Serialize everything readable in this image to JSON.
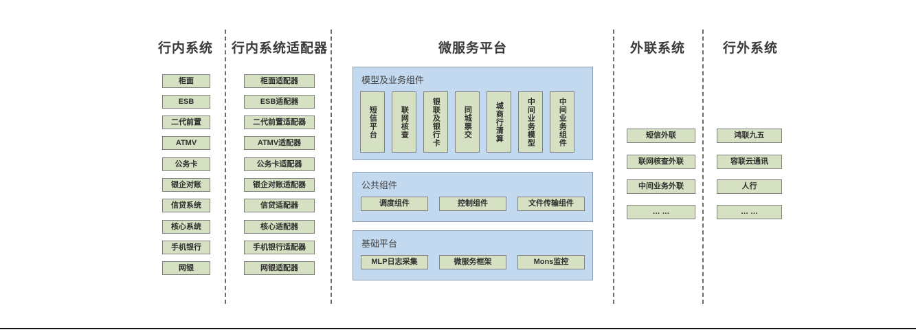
{
  "diagram": {
    "columns": [
      {
        "id": "in-bank-systems",
        "title": "行内系统",
        "items": [
          "柜面",
          "ESB",
          "二代前置",
          "ATMV",
          "公务卡",
          "银企对账",
          "信贷系统",
          "核心系统",
          "手机银行",
          "网银"
        ]
      },
      {
        "id": "in-bank-adapters",
        "title": "行内系统适配器",
        "items": [
          "柜面适配器",
          "ESB适配器",
          "二代前置适配器",
          "ATMV适配器",
          "公务卡适配器",
          "银企对账适配器",
          "信贷适配器",
          "核心适配器",
          "手机银行适配器",
          "网银适配器"
        ]
      },
      {
        "id": "external-link-systems",
        "title": "外联系统",
        "items": [
          "短信外联",
          "联网核查外联",
          "中间业务外联",
          "… …"
        ]
      },
      {
        "id": "off-bank-systems",
        "title": "行外系统",
        "items": [
          "鸿联九五",
          "容联云通讯",
          "人行",
          "… …"
        ]
      }
    ],
    "microservice_platform": {
      "title": "微服务平台",
      "groups": [
        {
          "id": "model-business-components",
          "label": "模型及业务组件",
          "orientation": "vertical",
          "items": [
            "短信平台",
            "联网核查",
            "银联及银行卡",
            "同城票交",
            "城商行清算",
            "中间业务模型",
            "中间业务组件"
          ]
        },
        {
          "id": "public-components",
          "label": "公共组件",
          "orientation": "horizontal",
          "items": [
            "调度组件",
            "控制组件",
            "文件传输组件"
          ]
        },
        {
          "id": "base-platform",
          "label": "基础平台",
          "orientation": "horizontal",
          "items": [
            "MLP日志采集",
            "微服务框架",
            "Mons监控"
          ]
        }
      ]
    },
    "colors": {
      "node_fill": "#d6e0c2",
      "node_border": "#7f7f7f",
      "panel_fill": "#c3d9ef",
      "panel_border": "#8a9aa8",
      "divider": "#6b6b6b",
      "text": "#2f2f2f",
      "background": "#ffffff"
    }
  }
}
